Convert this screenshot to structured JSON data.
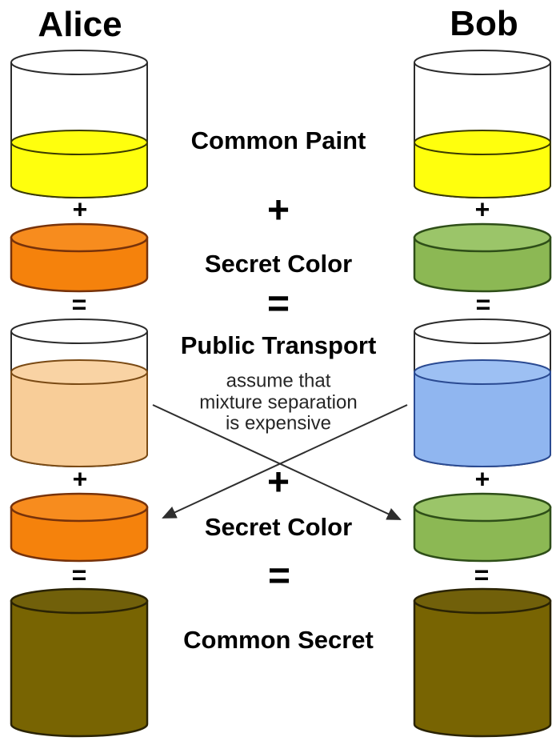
{
  "participants": {
    "left": "Alice",
    "right": "Bob"
  },
  "center": {
    "common_paint": "Common Paint",
    "plus1": "+",
    "secret_color1": "Secret Color",
    "equals1": "=",
    "public_transport": "Public Transport",
    "note1": "assume that",
    "note2": "mixture separation",
    "note3": "is expensive",
    "plus2": "+",
    "secret_color2": "Secret Color",
    "equals2": "=",
    "common_secret": "Common Secret"
  },
  "side_operators": {
    "plus": "+",
    "equals": "="
  },
  "colors": {
    "background": "#ffffff",
    "text": "#000000",
    "note_text": "#262626",
    "arrow_ink": "#2e2e2e",
    "common_paint_yellow": "#ffff0d",
    "alice_secret_orange": "#f5820c",
    "bob_secret_green": "#8cb854",
    "alice_mixture_peach": "#f8cd98",
    "bob_mixture_blue": "#90b6f0",
    "common_secret_brown": "#786402"
  },
  "vessels": {
    "alice": [
      {
        "kind": "beaker",
        "label": "common paint (yellow), beaker about one third full",
        "body": "#ffff0d",
        "top_face": "#ffff0d",
        "outline": "#3a3a00",
        "glass": "#2b2b2b",
        "fill_pct": 35
      },
      {
        "kind": "disk",
        "label": "Alice secret color (orange) disk",
        "body": "#f5820c",
        "top_face": "#f78c1e",
        "outline": "#77320a"
      },
      {
        "kind": "beaker",
        "label": "Alice public mixture (peach), beaker two thirds full",
        "body": "#f8cd98",
        "top_face": "#f9d3a4",
        "outline": "#7a4a14",
        "glass": "#2b2b2b",
        "fill_pct": 67
      },
      {
        "kind": "disk",
        "label": "Alice secret color (orange) disk",
        "body": "#f5820c",
        "top_face": "#f78c1e",
        "outline": "#77320a"
      },
      {
        "kind": "cylinder",
        "label": "common secret (dark olive brown), full cylinder",
        "body": "#786402",
        "top_face": "#71600a",
        "outline": "#2a2304"
      }
    ],
    "bob": [
      {
        "kind": "beaker",
        "label": "common paint (yellow), beaker about one third full",
        "body": "#ffff0d",
        "top_face": "#ffff0d",
        "outline": "#3a3a00",
        "glass": "#2b2b2b",
        "fill_pct": 35
      },
      {
        "kind": "disk",
        "label": "Bob secret color (green) disk",
        "body": "#8cb854",
        "top_face": "#9bc569",
        "outline": "#2e4e18"
      },
      {
        "kind": "beaker",
        "label": "Bob public mixture (light blue), beaker two thirds full",
        "body": "#90b6f0",
        "top_face": "#9dc0f3",
        "outline": "#2a4a92",
        "glass": "#2b2b2b",
        "fill_pct": 67
      },
      {
        "kind": "disk",
        "label": "Bob secret color (green) disk",
        "body": "#8cb854",
        "top_face": "#9bc569",
        "outline": "#2e4e18"
      },
      {
        "kind": "cylinder",
        "label": "common secret (dark olive brown), full cylinder",
        "body": "#786402",
        "top_face": "#71600a",
        "outline": "#2a2304"
      }
    ]
  }
}
